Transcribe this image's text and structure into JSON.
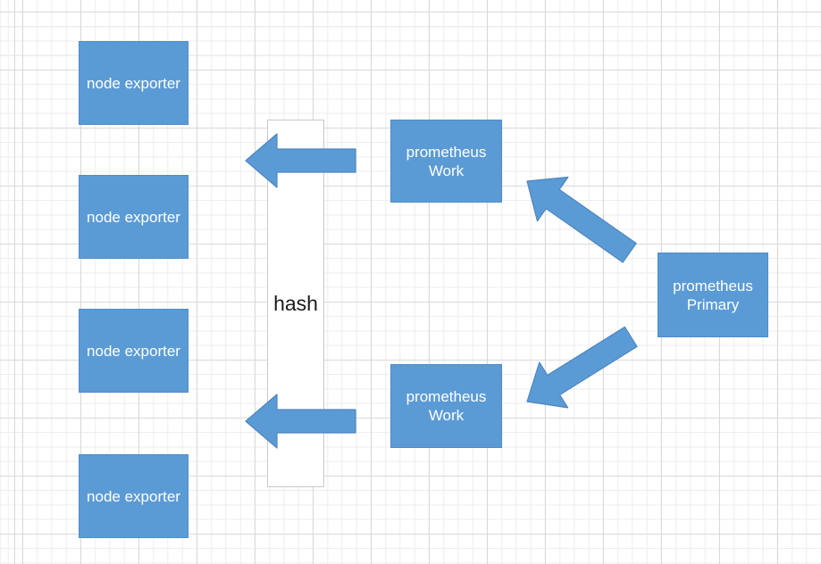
{
  "colors": {
    "canvas_bg": "#ffffff",
    "grid_minor": "#ededed",
    "grid_major": "#d9d9d9",
    "node_fill": "#5b9bd5",
    "node_border": "#4f8cc9",
    "node_text": "#ffffff",
    "arrow_fill": "#5b9bd5",
    "arrow_border": "#4d86bf",
    "hash_fill": "#ffffff",
    "hash_border": "#c9c9c9",
    "hash_text": "#1a1a1a"
  },
  "nodes": {
    "node_exporters": [
      {
        "label": "node exporter"
      },
      {
        "label": "node exporter"
      },
      {
        "label": "node exporter"
      },
      {
        "label": "node exporter"
      }
    ],
    "hash": {
      "label": "hash"
    },
    "workers": [
      {
        "line1": "prometheus",
        "line2": "Work"
      },
      {
        "line1": "prometheus",
        "line2": "Work"
      }
    ],
    "primary": {
      "line1": "prometheus",
      "line2": "Primary"
    }
  },
  "arrows": [
    {
      "name": "hash-to-node-exporters-top",
      "direction": "left"
    },
    {
      "name": "hash-to-node-exporters-bottom",
      "direction": "left"
    },
    {
      "name": "primary-to-worker-top",
      "direction": "up-left"
    },
    {
      "name": "primary-to-worker-bottom",
      "direction": "down-left"
    }
  ]
}
